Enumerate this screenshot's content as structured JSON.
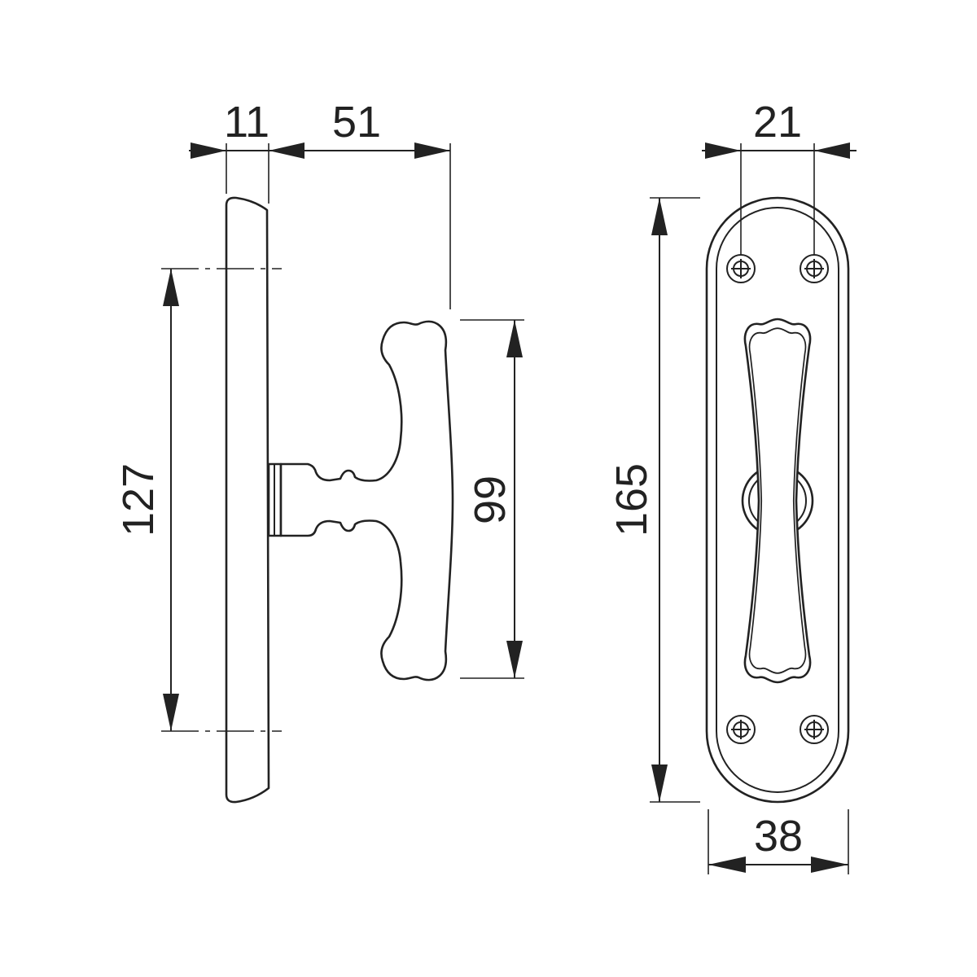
{
  "dimensions": {
    "plate_depth": "11",
    "handle_projection": "51",
    "fixing_distance": "127",
    "handle_length": "99",
    "screw_spacing": "21",
    "plate_height": "165",
    "plate_width": "38"
  },
  "colors": {
    "line": "#222222",
    "background": "#ffffff"
  }
}
